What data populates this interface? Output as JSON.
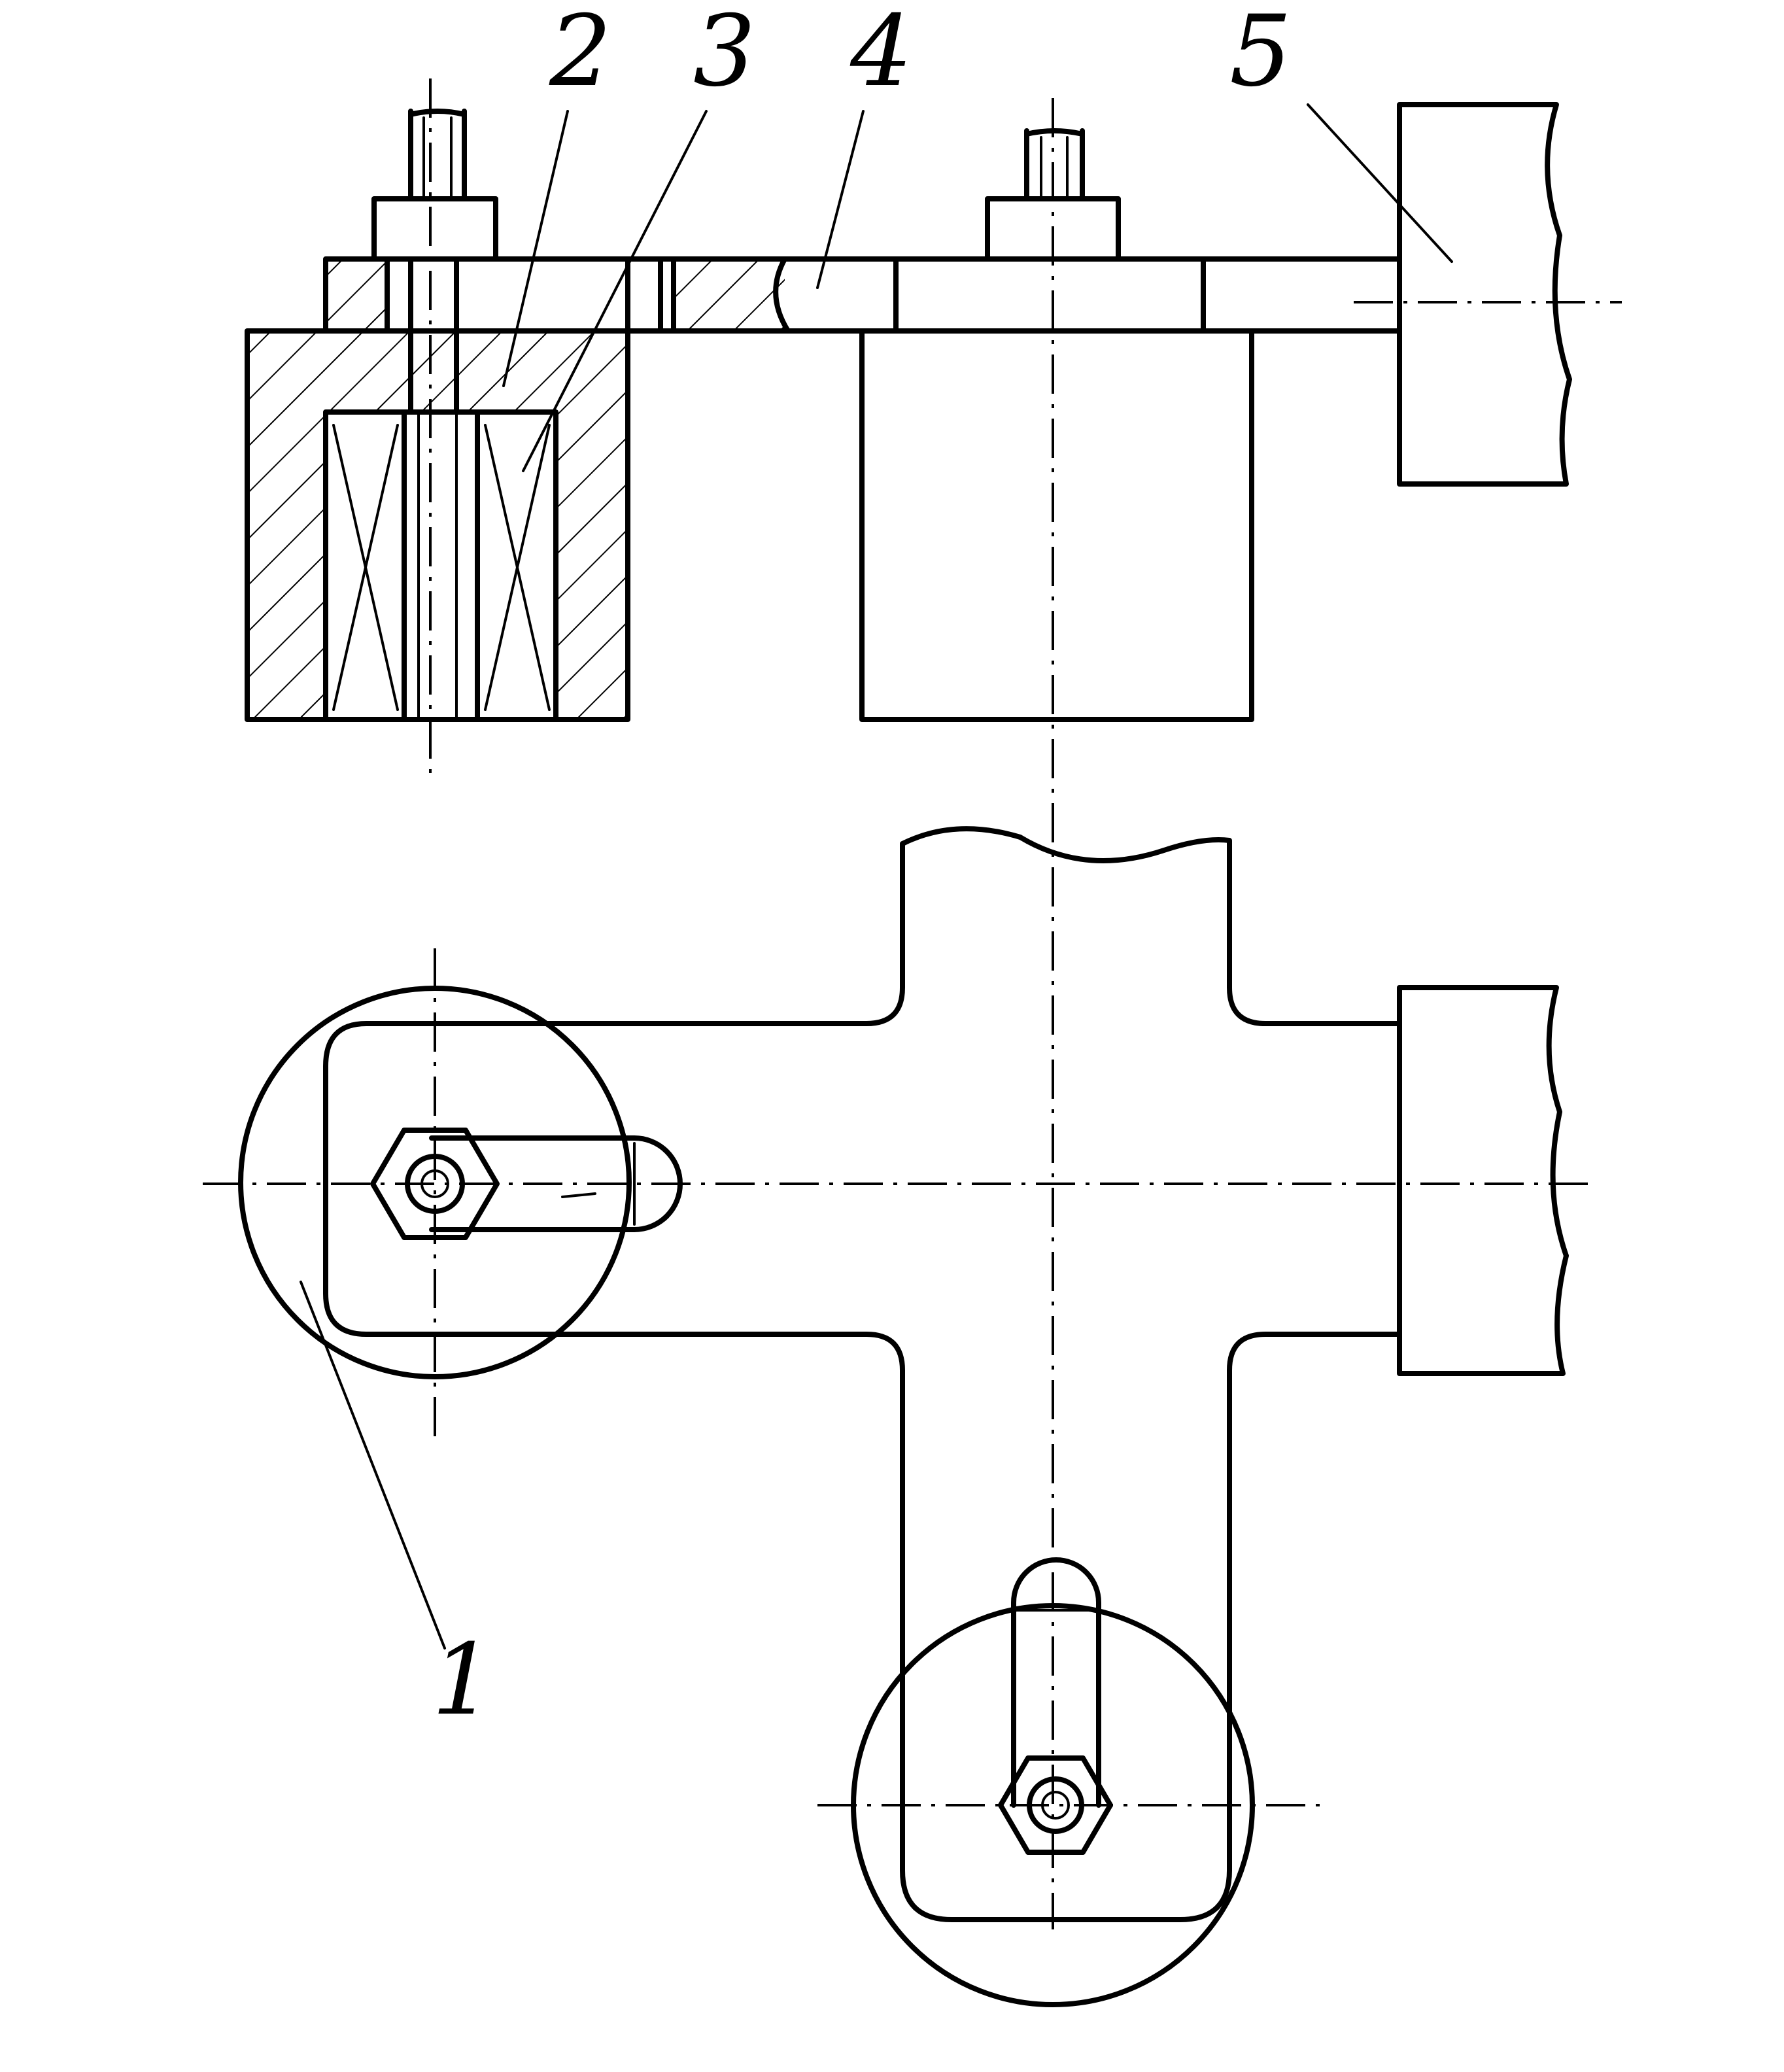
{
  "labels": {
    "part_1": "1",
    "part_2": "2",
    "part_3": "3",
    "part_4": "4",
    "part_5": "5"
  },
  "colors": {
    "ink": "#000000",
    "paper": "#ffffff"
  }
}
